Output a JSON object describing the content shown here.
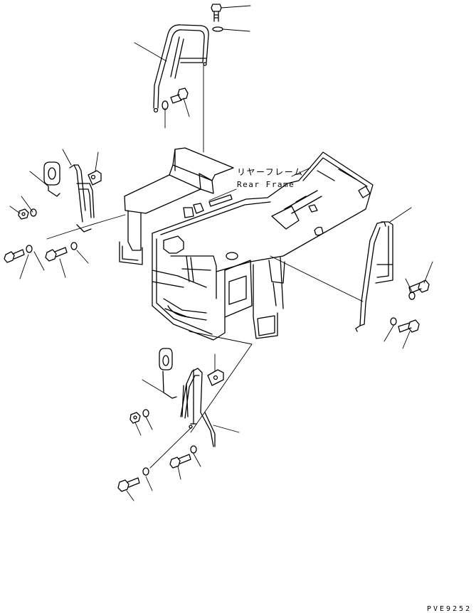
{
  "diagram": {
    "label_jp": "リヤーフレーム",
    "label_en": "Rear Frame",
    "drawing_code": "PVE9252"
  },
  "colors": {
    "line": "#000000",
    "background": "#ffffff"
  }
}
